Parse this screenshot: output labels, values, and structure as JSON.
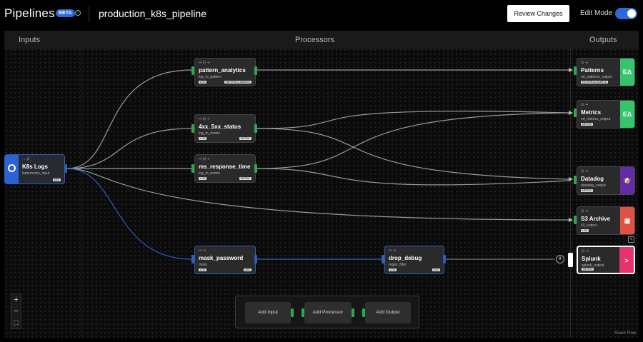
{
  "header": {
    "app_title": "Pipelines",
    "badge": "BETA",
    "info_icon": "info-icon",
    "pipeline_name": "production_k8s_pipeline",
    "review_button": "Review Changes",
    "edit_mode_label": "Edit Mode",
    "edit_mode_on": true
  },
  "columns": {
    "inputs": "Inputs",
    "processors": "Processors",
    "outputs": "Outputs"
  },
  "inputs": [
    {
      "icons": "→ ⊡",
      "title": "K8s Logs",
      "subtitle": "kubernetes_input",
      "tag": "LOG",
      "icon": "kubernetes-icon"
    }
  ],
  "processors": [
    {
      "icons": "↦ ⊡ ⇥",
      "title": "pattern_analytics",
      "subtitle": "log_to_pattern",
      "tag_left": "LOG",
      "tag_right": "PATTERN & SAMPLE"
    },
    {
      "icons": "↦ ⊡ ⇥",
      "title": "4xx_5xx_status",
      "subtitle": "log_to_metric",
      "tag_left": "LOG",
      "tag_right": "METRIC"
    },
    {
      "icons": "↦ ⊡ ⇥",
      "title": "ms_response_time",
      "subtitle": "log_to_metric",
      "tag_left": "LOG",
      "tag_right": "METRIC"
    },
    {
      "icons": "↦ ⇥",
      "title": "mask_password",
      "subtitle": "mask",
      "tag_left": "LOG",
      "tag_right": "LOG"
    },
    {
      "icons": "↦ ⇥",
      "title": "drop_debug",
      "subtitle": "regex_filter",
      "tag_left": "LOG",
      "tag_right": "LOG"
    }
  ],
  "outputs": [
    {
      "icons": "⊡ ⇥",
      "title": "Patterns",
      "subtitle": "ed_patterns_output",
      "tag": "PATTERN & SAMPLE",
      "badge": "EΔ",
      "color": "#35c46a"
    },
    {
      "icons": "⊡ ⇥",
      "title": "Metrics",
      "subtitle": "ed_metrics_output",
      "tag": "METRIC",
      "badge": "EΔ",
      "color": "#35c46a"
    },
    {
      "icons": "⊡ ⇥",
      "title": "Datadog",
      "subtitle": "datadog_output",
      "tag": "METRIC",
      "badge": "🐶",
      "color": "#632ca6"
    },
    {
      "icons": "⊡ ⇥",
      "title": "S3 Archive",
      "subtitle": "s3_output",
      "tag": "LOG",
      "badge": "▣",
      "color": "#e05243"
    },
    {
      "icons": "⊡ ⇥",
      "title": "Splunk",
      "subtitle": "splunk_output",
      "tag": "METRIC",
      "badge": ">",
      "color": "#e6336c"
    }
  ],
  "add_panel": {
    "add_input": "Add Input",
    "add_processor": "Add Processor",
    "add_output": "Add Output"
  },
  "zoom": {
    "in": "+",
    "out": "−",
    "fit": "⛶"
  },
  "attribution": "React Flow",
  "colors": {
    "accent": "#2b6ad8",
    "green_handle": "#2fa84a",
    "edge_gray": "#9a9a9a",
    "edge_blue": "#2b5fb8"
  }
}
